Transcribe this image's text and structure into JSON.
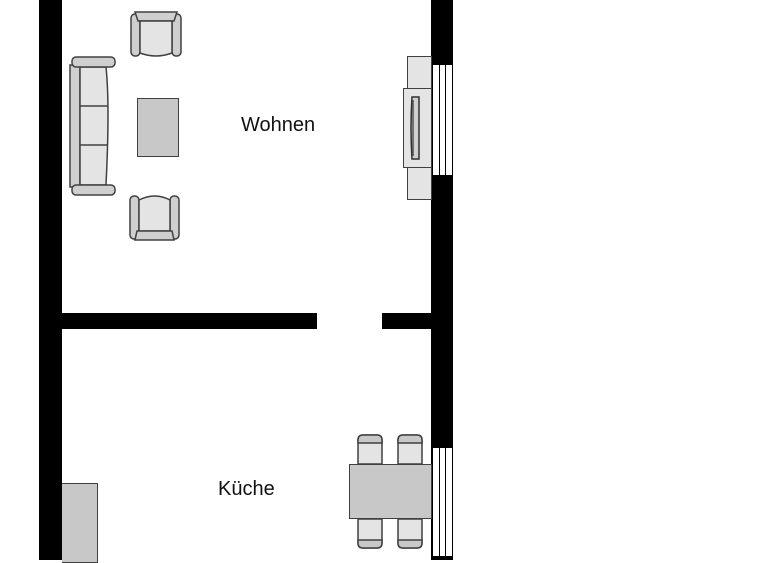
{
  "floorplan": {
    "rooms": [
      {
        "id": "wohnen",
        "label": "Wohnen"
      },
      {
        "id": "kueche",
        "label": "Küche"
      }
    ],
    "colors": {
      "wall": "#000000",
      "furniture_fill": "#d9d9d9",
      "furniture_light": "#e4e4e4",
      "furniture_stroke": "#404040",
      "background": "#ffffff"
    },
    "furniture": {
      "wohnen": [
        "sofa",
        "armchair",
        "armchair",
        "coffee-table",
        "tv-unit"
      ],
      "kueche": [
        "dining-table",
        "chair",
        "chair",
        "chair",
        "chair",
        "kitchen-counter"
      ]
    }
  }
}
